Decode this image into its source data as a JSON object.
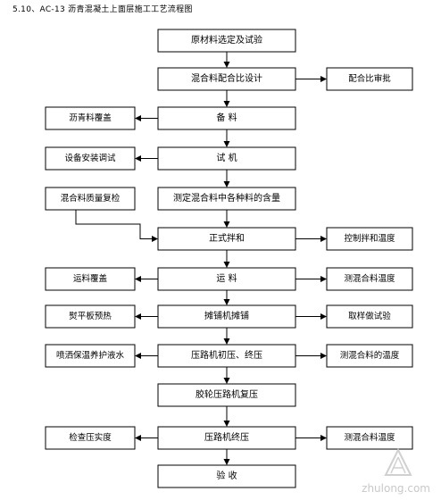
{
  "title": "5.10、AC-13 沥青混凝土上面层施工工艺流程图",
  "main_steps": [
    "原材料选定及试验",
    "混合料配合比设计",
    "备    料",
    "试    机",
    "测定混合料中各种料的含量",
    "正式拌和",
    "运    料",
    "摊铺机摊铺",
    "压路机初压、终压",
    "胶轮压路机复压",
    "压路机终压",
    "验    收"
  ],
  "left_notes": [
    "沥青料覆盖",
    "设备安装调试",
    "混合料质量复检",
    "运料覆盖",
    "熨平板预热",
    "喷洒保温养护液水",
    "检查压实度"
  ],
  "right_notes": [
    "配合比审批",
    "控制拌和温度",
    "测混合料温度",
    "取样做试验",
    "测混合料的温度",
    "测混合料温度"
  ],
  "watermark": "zhulong.com"
}
